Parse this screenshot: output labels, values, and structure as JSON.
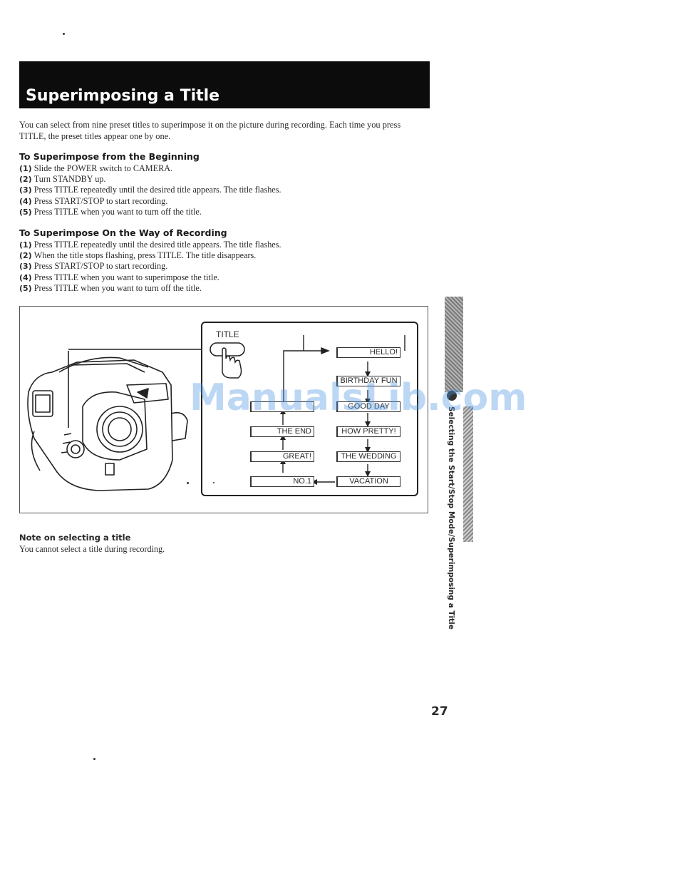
{
  "header": {
    "title": "Superimposing a Title"
  },
  "intro": "You can select from nine preset titles to superimpose it on the picture during recording. Each time you press TITLE, the preset titles appear one by one.",
  "section1": {
    "heading": "To Superimpose from the Beginning",
    "steps": [
      {
        "num": "(1)",
        "text": "Slide  the POWER switch to CAMERA."
      },
      {
        "num": "(2)",
        "text": "Turn STANDBY up."
      },
      {
        "num": "(3)",
        "text": "Press TITLE repeatedly until the desired title appears. The title flashes."
      },
      {
        "num": "(4)",
        "text": "Press START/STOP to start recording."
      },
      {
        "num": "(5)",
        "text": "Press TITLE when you want to turn off the title."
      }
    ]
  },
  "section2": {
    "heading": "To Superimpose On the Way of Recording",
    "steps": [
      {
        "num": "(1)",
        "text": "Press TITLE repeatedly until the desired title appears. The title flashes."
      },
      {
        "num": "(2)",
        "text": "When the title stops flashing, press TITLE. The title disappears."
      },
      {
        "num": "(3)",
        "text": "Press START/STOP to start recording."
      },
      {
        "num": "(4)",
        "text": "Press TITLE when you want to superimpose the title."
      },
      {
        "num": "(5)",
        "text": "Press TITLE when you want to turn off the title."
      }
    ]
  },
  "figure": {
    "button_label": "TITLE",
    "titles": {
      "hello": "HELLO!",
      "birthday": "BIRTHDAY FUN",
      "good_day": "GOOD DAY",
      "how_pretty": "HOW PRETTY!",
      "the_wedding": "THE WEDDING",
      "vacation": "VACATION",
      "no1": "NO.1",
      "great": "GREAT!",
      "the_end": "THE END"
    }
  },
  "note": {
    "heading": "Note on selecting a title",
    "text": "You cannot select a title during recording."
  },
  "side_tab": {
    "text": "Selecting the Start/Stop Mode/Superimposing a Title"
  },
  "page_number": "27",
  "watermark": "ManualsLib.com"
}
